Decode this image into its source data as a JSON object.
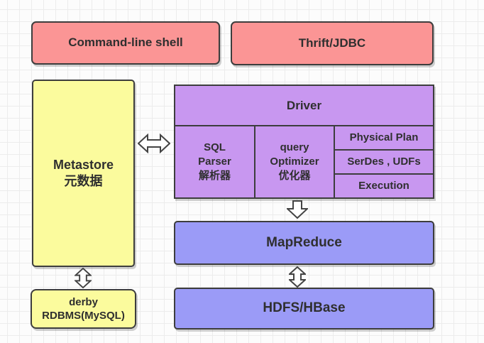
{
  "nodes": {
    "command_line_shell": {
      "label": "Command-line shell",
      "color": "#fb9595"
    },
    "thrift_jdbc": {
      "label": "Thrift/JDBC",
      "color": "#fb9595"
    },
    "metastore": {
      "label": "Metastore\n元数据",
      "color": "#fbfb9d"
    },
    "driver": {
      "title": "Driver",
      "color": "#c897f0",
      "cells": {
        "sql_parser": "SQL\nParser\n解析器",
        "query_optimizer": "query\nOptimizer\n优化器",
        "physical_plan": "Physical Plan",
        "serdes_udfs": "SerDes , UDFs",
        "execution": "Execution"
      }
    },
    "mapreduce": {
      "label": "MapReduce",
      "color": "#9b9bf7"
    },
    "hdfs_hbase": {
      "label": "HDFS/HBase",
      "color": "#9b9bf7"
    },
    "derby_rdbms": {
      "label": "derby\nRDBMS(MySQL)",
      "color": "#fbfb9d"
    }
  },
  "arrows": {
    "metastore_driver": "bidirectional-horizontal",
    "driver_mapreduce": "down",
    "mapreduce_hdfs": "bidirectional-vertical",
    "metastore_derby": "bidirectional-vertical"
  },
  "colors": {
    "border": "#3d3d3d",
    "text": "#2f2f2f",
    "arrow_stroke": "#444444",
    "arrow_fill": "#ffffff",
    "grid_line": "#ececec",
    "background": "#fcfcfc"
  }
}
